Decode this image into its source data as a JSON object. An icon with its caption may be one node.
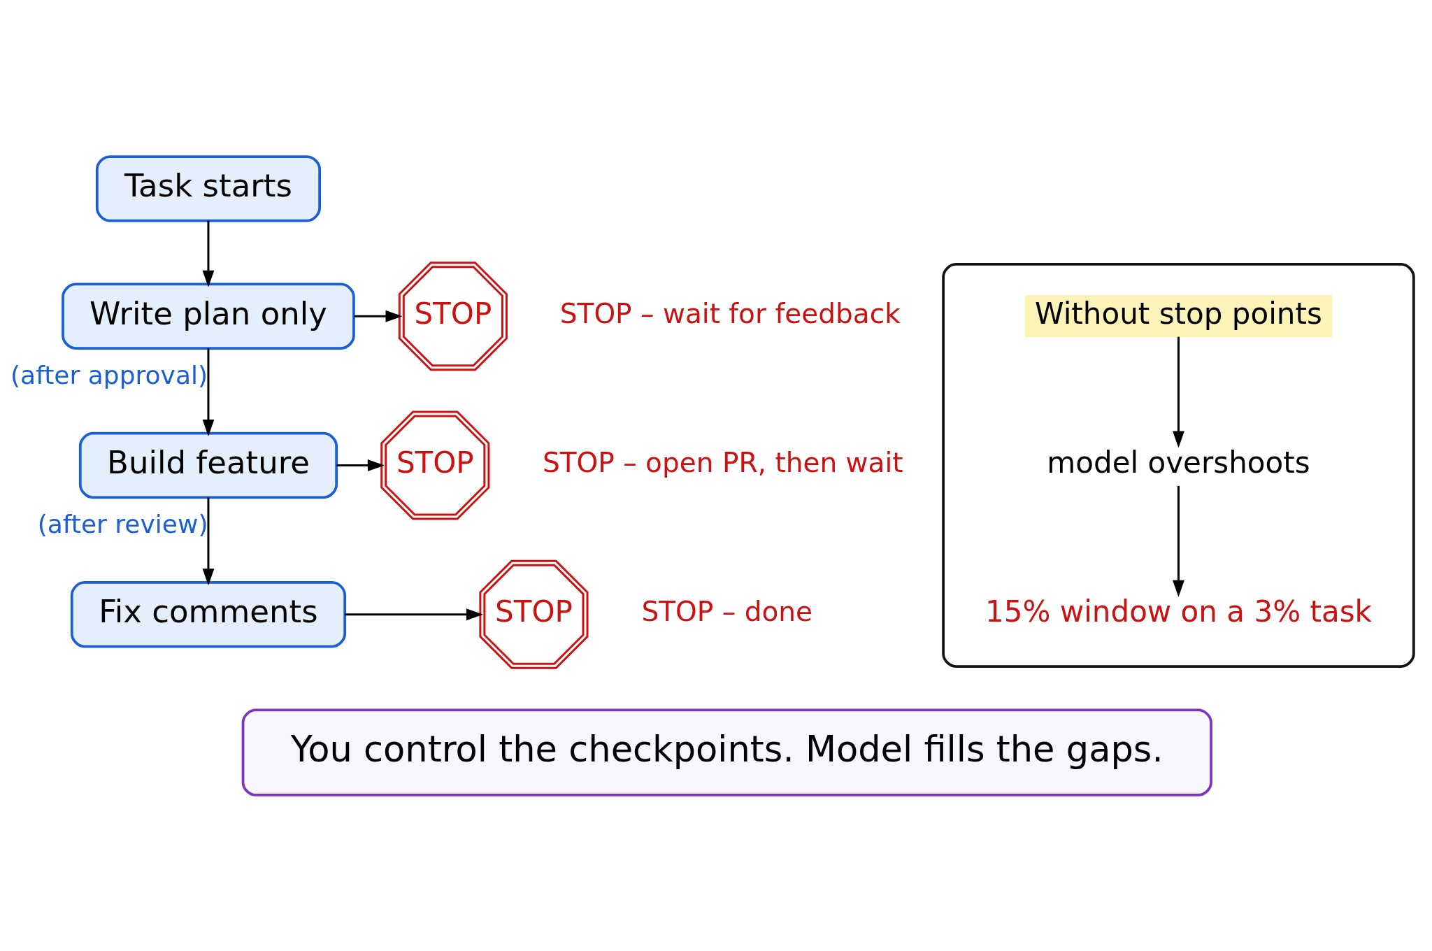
{
  "diagram": {
    "nodes": [
      {
        "text": [
          "Task starts"
        ]
      },
      {
        "text": [
          "Write plan only"
        ]
      },
      {
        "text": [
          "STOP"
        ],
        "beside": [
          "STOP – wait for feedback"
        ]
      },
      {
        "text": [
          "Build feature"
        ]
      },
      {
        "text": [
          "STOP"
        ],
        "beside": [
          "STOP – open PR, then wait"
        ]
      },
      {
        "text": [
          "Fix comments"
        ]
      },
      {
        "text": [
          "STOP"
        ],
        "beside": [
          "STOP – done"
        ]
      },
      {
        "text": [],
        "shape": "box"
      },
      {
        "text": [
          "Without stop points"
        ],
        "in": 7
      },
      {
        "text": [
          "model overshoots"
        ],
        "in": 7
      },
      {
        "text": [
          "15% window on a 3% task"
        ],
        "in": 7
      },
      {
        "text": [
          "You control the checkpoints. Model fills the gaps."
        ]
      }
    ],
    "edges": [
      {
        "from": 0,
        "to": 1,
        "arrow": "to"
      },
      {
        "from": 1,
        "to": 2,
        "arrow": "to"
      },
      {
        "from": 1,
        "to": 3,
        "arrow": "to",
        "label": "(after approval)"
      },
      {
        "from": 3,
        "to": 4,
        "arrow": "to"
      },
      {
        "from": 3,
        "to": 5,
        "arrow": "to",
        "label": "(after review)"
      },
      {
        "from": 5,
        "to": 6,
        "arrow": "to"
      },
      {
        "from": 8,
        "to": 9,
        "arrow": "to"
      },
      {
        "from": 9,
        "to": 10,
        "arrow": "to"
      }
    ]
  }
}
